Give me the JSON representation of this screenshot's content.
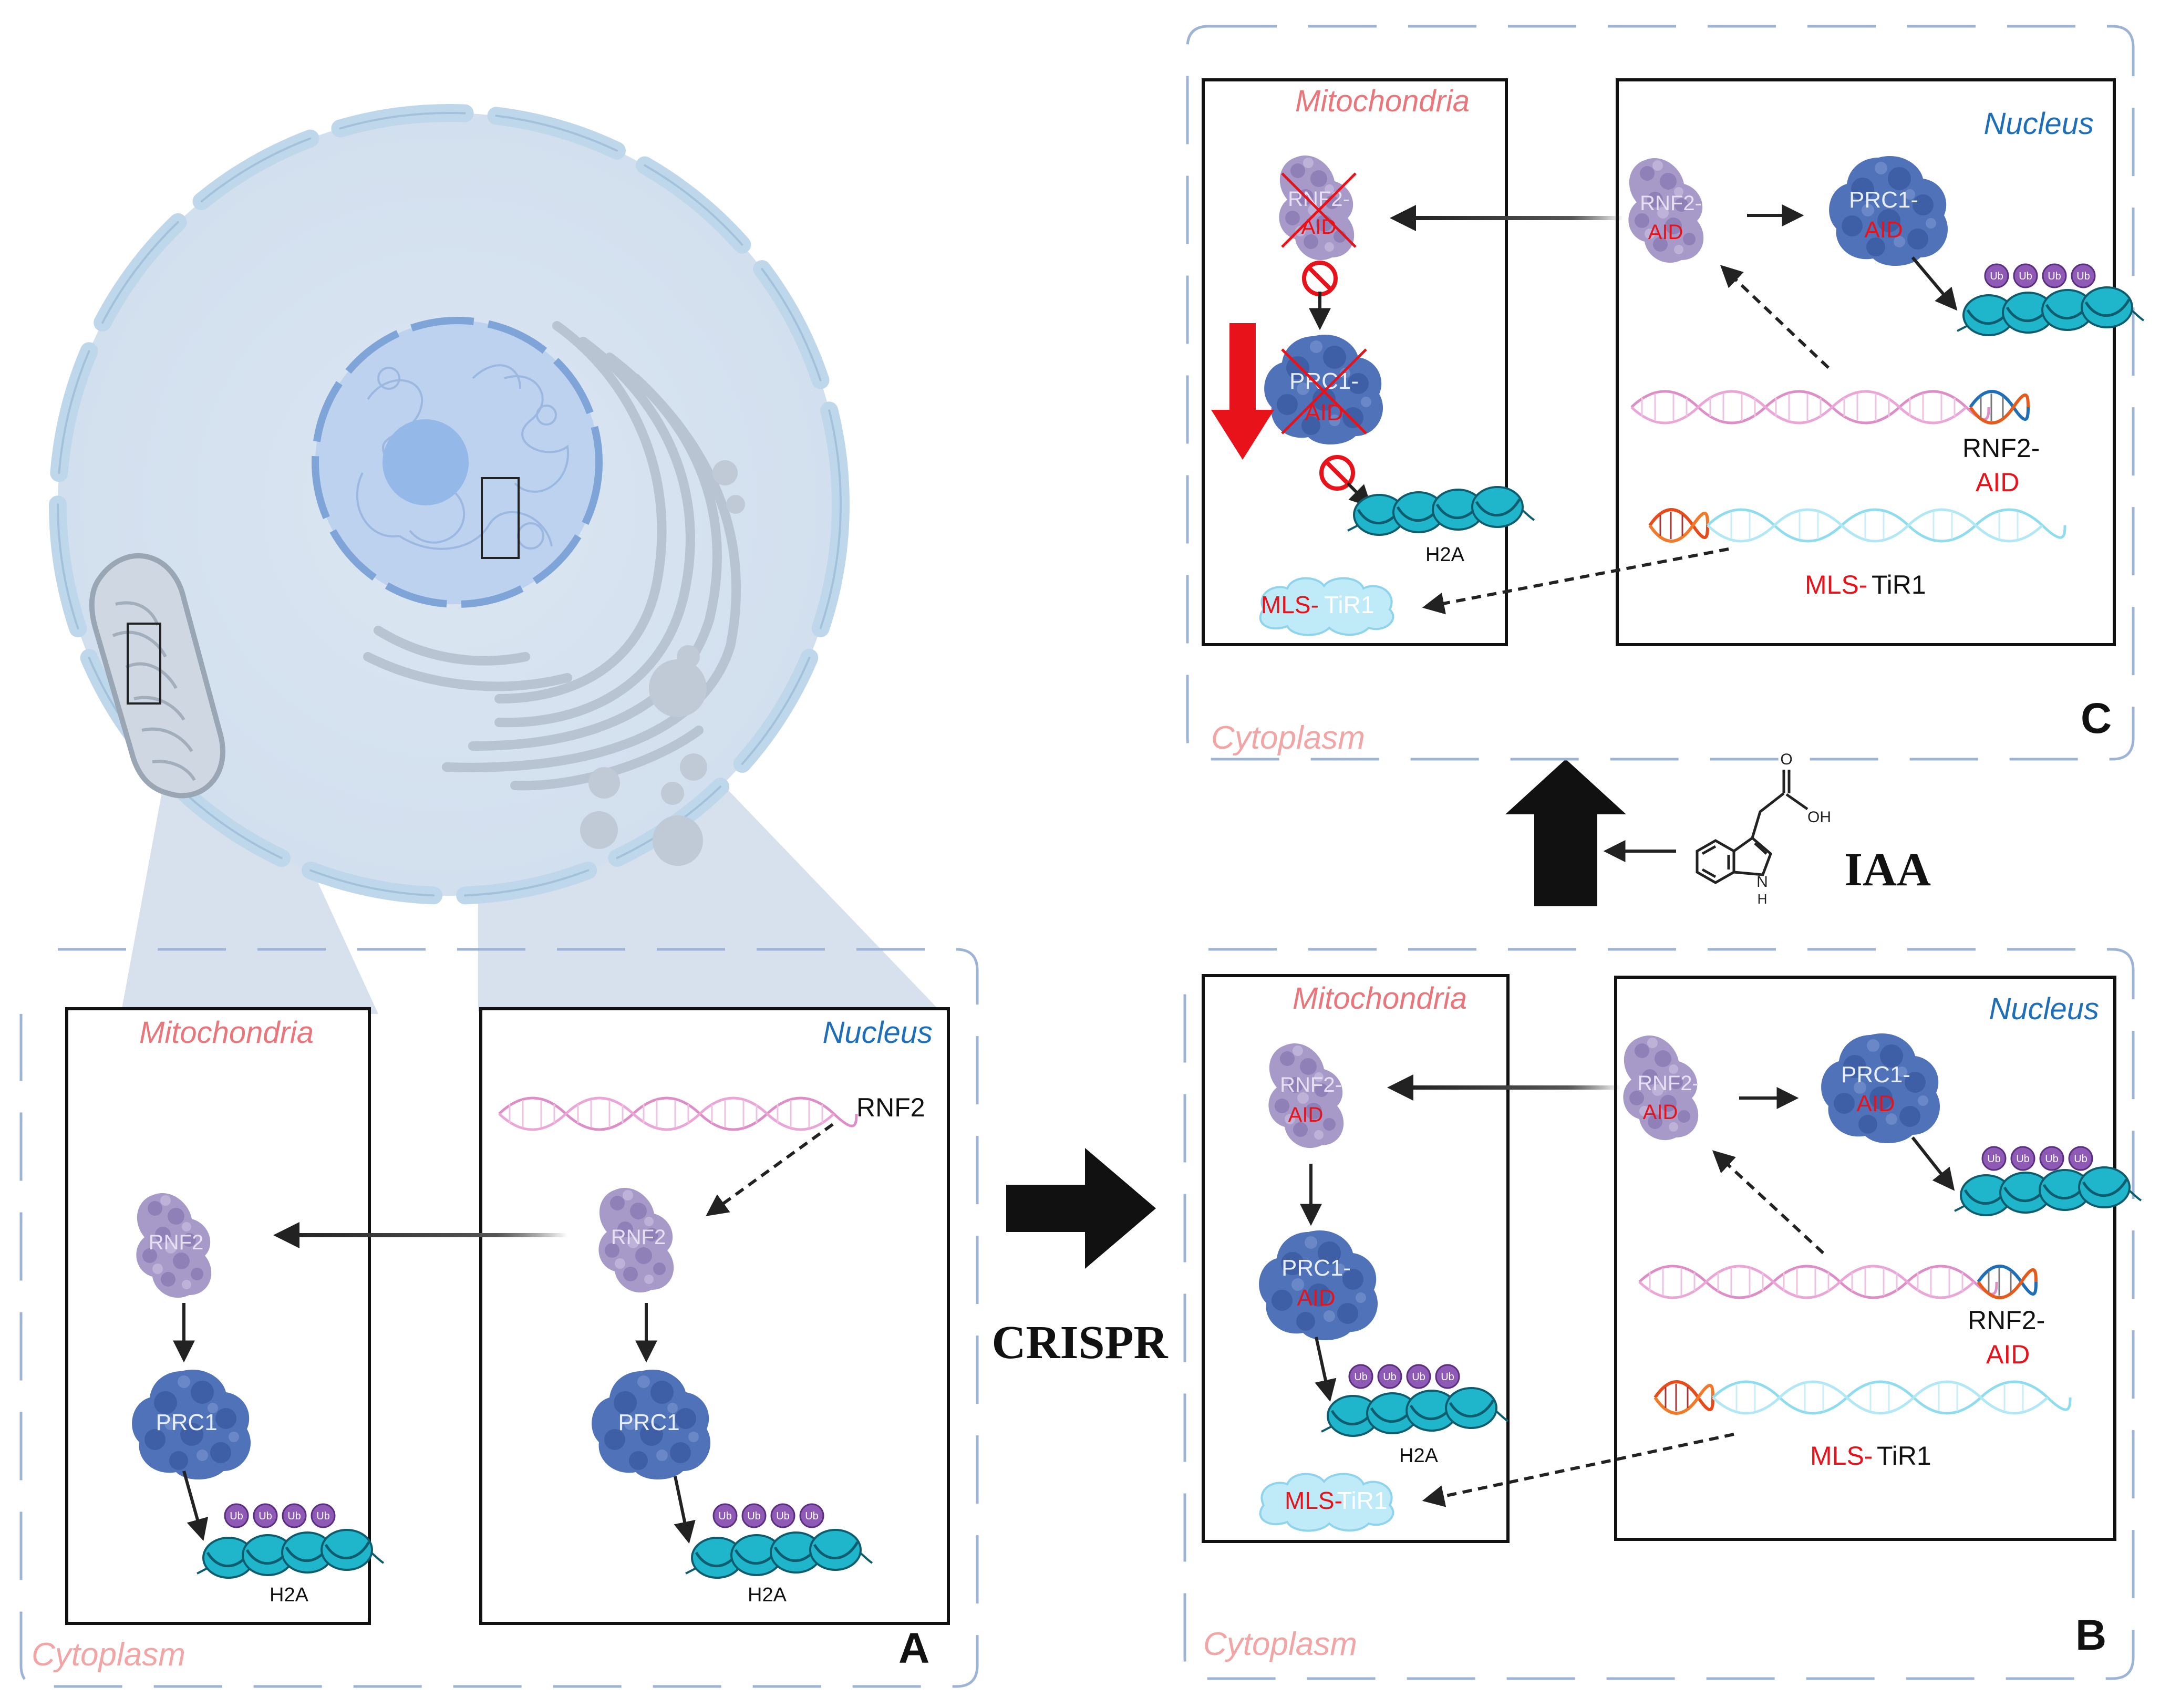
{
  "labels": {
    "mitochondria": "Mitochondria",
    "nucleus": "Nucleus",
    "cytoplasm": "Cytoplasm",
    "rnf2": "RNF2",
    "rnf2_hyphen": "RNF2-",
    "aid": "AID",
    "prc1": "PRC1",
    "prc1_hyphen": "PRC1-",
    "h2a": "H2A",
    "ub": "Ub",
    "mls": "MLS-",
    "tir1": "TiR1",
    "crispr": "CRISPR",
    "iaa": "IAA",
    "oh": "OH",
    "o": "O",
    "nh": "N",
    "h": "H"
  },
  "panels": {
    "a": "A",
    "b": "B",
    "c": "C"
  },
  "colors": {
    "mito_label": "#e8767a",
    "nucleus_label": "#1f6fb8",
    "cytoplasm_label": "#f2a5a5",
    "aid_red": "#e8121a",
    "panel_dash": "#9db4d6",
    "rnf2_purple": "#a89ac8",
    "prc1_blue": "#4f72b8",
    "nucleosome_cyan": "#1fb6cc",
    "ub_purple": "#8e5ab5"
  },
  "icons": [
    "cell-icon",
    "mitochondrion-icon",
    "golgi-icon",
    "dna-helix-icon",
    "rnf2-protein-icon",
    "prc1-complex-icon",
    "nucleosome-icon",
    "ubiquitin-icon",
    "tir1-protein-icon",
    "inhibit-icon",
    "red-down-arrow-icon",
    "iaa-molecule-icon"
  ]
}
